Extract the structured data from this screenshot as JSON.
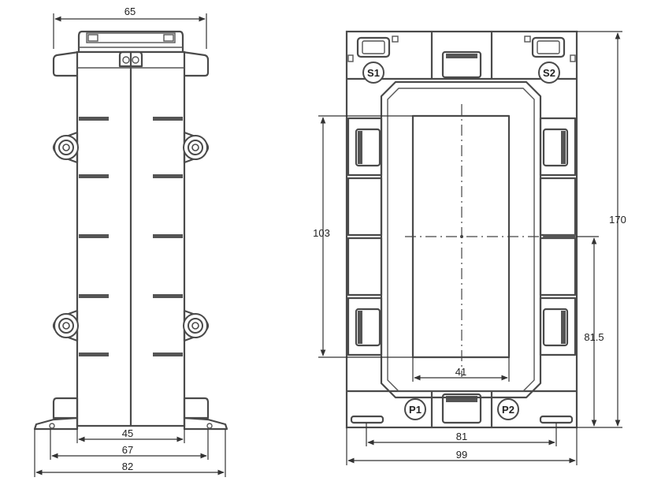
{
  "dimensions": {
    "side_top_width": "65",
    "side_inner_base": "45",
    "side_mid_base": "67",
    "side_outer_base": "82",
    "front_window_height": "103",
    "front_total_height": "170",
    "front_center_height": "81.5",
    "front_window_width": "41",
    "front_hole_spacing": "81",
    "front_total_width": "99"
  },
  "terminals": {
    "s1": "S1",
    "s2": "S2",
    "p1": "P1",
    "p2": "P2"
  },
  "colors": {
    "line": "#4a4a4a",
    "dimension": "#333333",
    "background": "#ffffff"
  }
}
